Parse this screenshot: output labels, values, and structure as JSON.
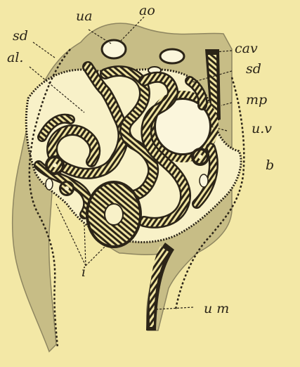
{
  "palette": {
    "background": "#f3e8a6",
    "tissue": "#c7bd86",
    "epithelium_dark": "#2b2417",
    "epithelium_light": "#efe3a0",
    "lumen": "#f8f1c8"
  },
  "labels": {
    "ua": "ua",
    "ao": "ao",
    "sd_top": "sd",
    "al": "al.",
    "cav": "cav",
    "sd_right": "sd",
    "mp": "mp",
    "uv": "u.v",
    "b": "b",
    "i": "i",
    "um": "u m"
  }
}
